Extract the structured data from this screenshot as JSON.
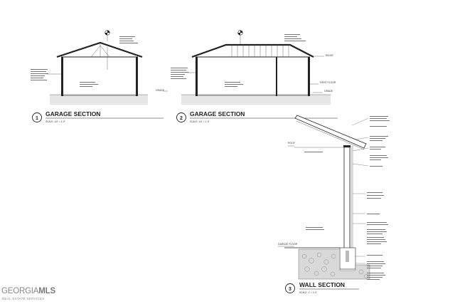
{
  "sections": [
    {
      "number": "1",
      "title": "GARAGE SECTION",
      "scale": "SCALE: 1/4\" = 1'-0\""
    },
    {
      "number": "2",
      "title": "GARAGE SECTION",
      "scale": "SCALE: 1/4\" = 1'-0\""
    },
    {
      "number": "3",
      "title": "WALL SECTION",
      "scale": "SCALE: 1\" = 1'-0\""
    }
  ],
  "labels": {
    "grade": "GRADE",
    "ridge": "RIDGE",
    "first_floor": "FIRST FLOOR",
    "garage_floor": "GARAGE FLOOR",
    "roof": "ROOF"
  },
  "watermark": {
    "main_left": "GEORGIA",
    "main_right": "MLS",
    "sub": "REAL ESTATE SERVICES"
  }
}
